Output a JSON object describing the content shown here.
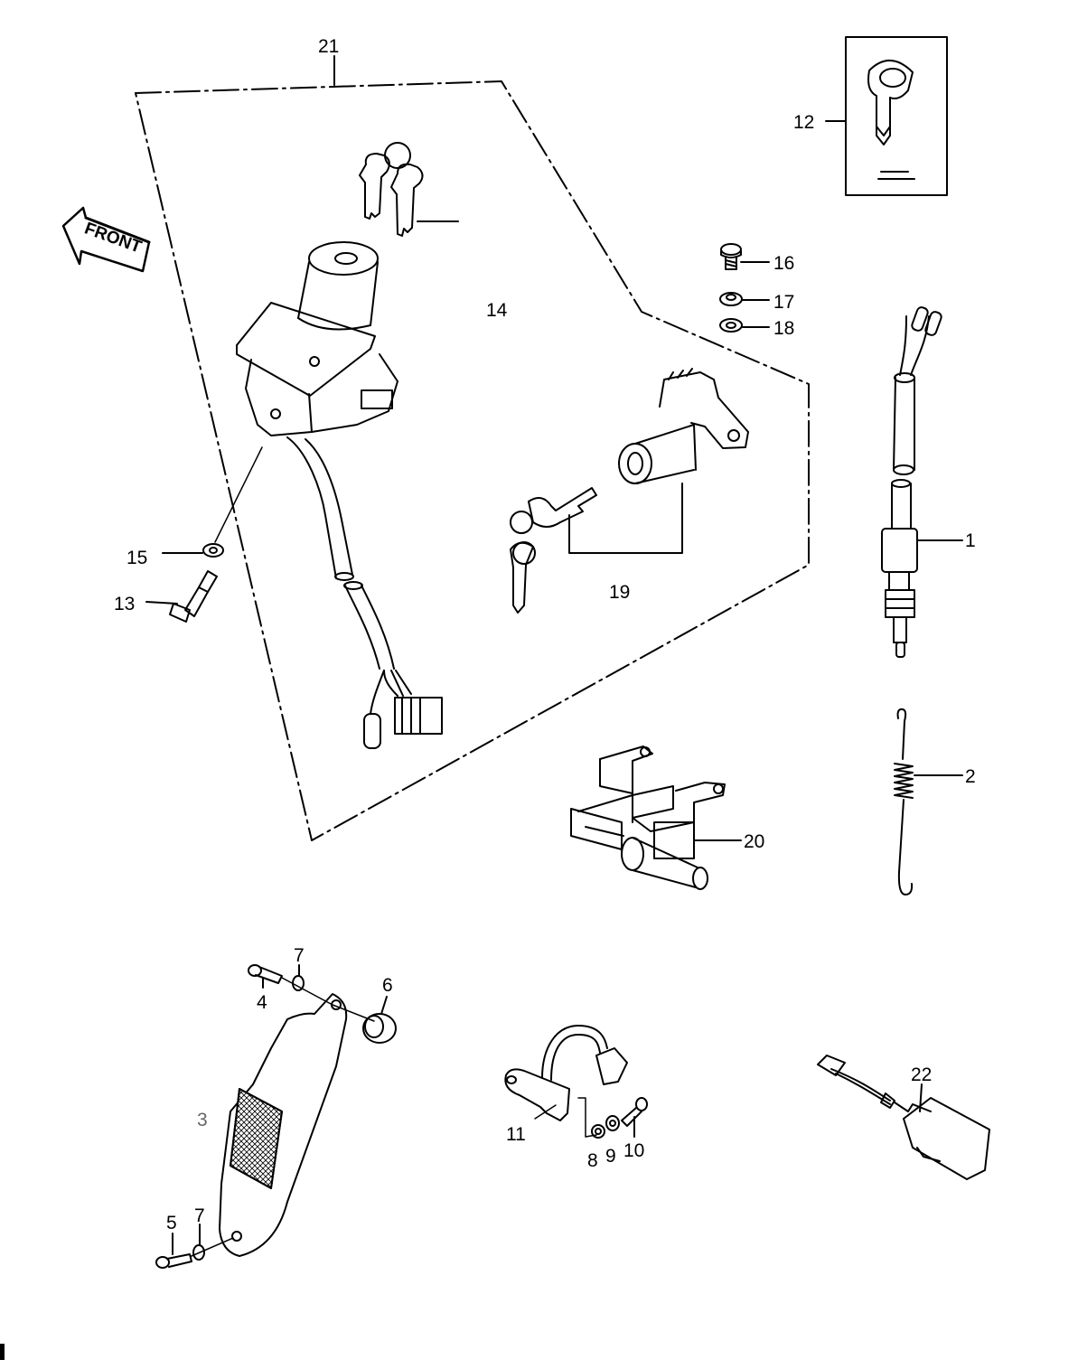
{
  "direction_label": "FRONT",
  "callouts": {
    "c1": "1",
    "c2": "2",
    "c3": "3",
    "c4": "4",
    "c5": "5",
    "c6": "6",
    "c7a": "7",
    "c7b": "7",
    "c8": "8",
    "c9": "9",
    "c10": "10",
    "c11": "11",
    "c12": "12",
    "c13": "13",
    "c14": "14",
    "c15": "15",
    "c16": "16",
    "c17": "17",
    "c18": "18",
    "c19": "19",
    "c20": "20",
    "c21": "21",
    "c22": "22"
  }
}
